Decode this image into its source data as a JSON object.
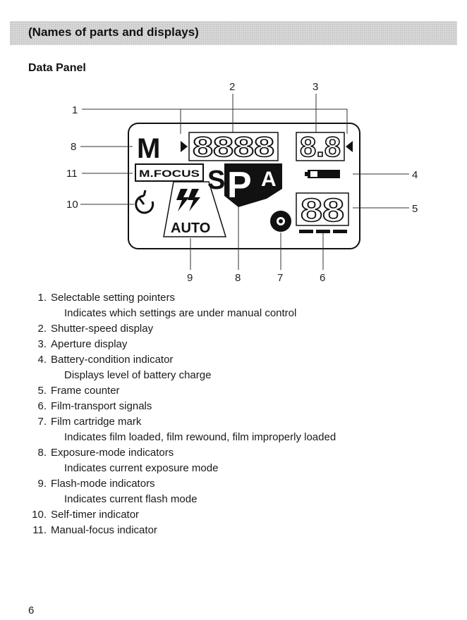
{
  "header": {
    "title": "(Names of parts and displays)"
  },
  "section": {
    "title": "Data Panel"
  },
  "diagram": {
    "callouts": [
      "1",
      "2",
      "3",
      "4",
      "5",
      "6",
      "7",
      "8",
      "9",
      "10",
      "11"
    ],
    "lcd": {
      "mode_m": "M",
      "shutter_digits": "8888",
      "aperture_digits": "8.8",
      "manual_focus": "M.FOCUS",
      "exposure_s": "S",
      "exposure_p": "P",
      "exposure_a": "A",
      "flash_auto": "AUTO",
      "frame_digits": "88"
    },
    "icons": {
      "setting_pointer": "triangle-pointer-icon",
      "battery": "battery-icon",
      "self_timer": "self-timer-icon",
      "flash": "lightning-bolt-icon",
      "cartridge": "film-cartridge-icon",
      "film_transport": "film-transport-bars-icon"
    }
  },
  "parts": [
    {
      "num": "1.",
      "name": "Selectable setting pointers",
      "desc": "Indicates which settings are under manual control"
    },
    {
      "num": "2.",
      "name": "Shutter-speed display",
      "desc": ""
    },
    {
      "num": "3.",
      "name": "Aperture display",
      "desc": ""
    },
    {
      "num": "4.",
      "name": "Battery-condition indicator",
      "desc": "Displays level of battery charge"
    },
    {
      "num": "5.",
      "name": "Frame counter",
      "desc": ""
    },
    {
      "num": "6.",
      "name": "Film-transport signals",
      "desc": ""
    },
    {
      "num": "7.",
      "name": "Film cartridge mark",
      "desc": "Indicates film loaded, film rewound, film improperly loaded"
    },
    {
      "num": "8.",
      "name": "Exposure-mode indicators",
      "desc": "Indicates current exposure mode"
    },
    {
      "num": "9.",
      "name": "Flash-mode indicators",
      "desc": "Indicates current flash mode"
    },
    {
      "num": "10.",
      "name": "Self-timer indicator",
      "desc": ""
    },
    {
      "num": "11.",
      "name": "Manual-focus indicator",
      "desc": ""
    }
  ],
  "footer": {
    "page_number": "6"
  }
}
